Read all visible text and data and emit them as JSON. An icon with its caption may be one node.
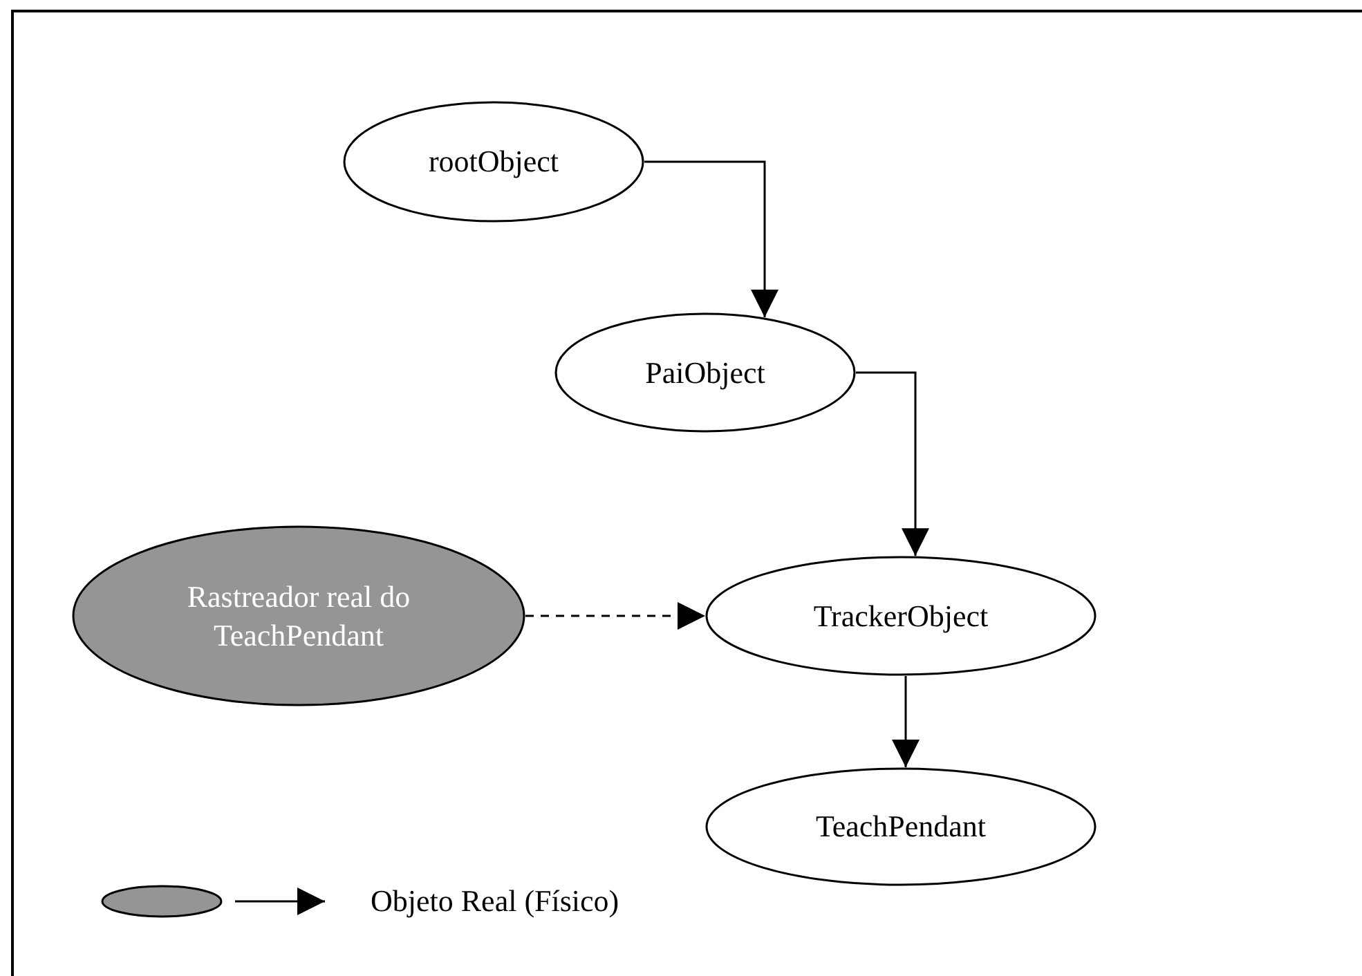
{
  "diagram": {
    "nodes": [
      {
        "text": [
          "rootObject"
        ]
      },
      {
        "text": [
          "PaiObject"
        ]
      },
      {
        "text": [
          "Rastreador real do TeachPendant"
        ]
      },
      {
        "text": [
          "TrackerObject"
        ]
      },
      {
        "text": [
          "TeachPendant"
        ]
      }
    ],
    "edges": [
      {
        "from": 0,
        "to": 1,
        "arrow": "to"
      },
      {
        "from": 1,
        "to": 3,
        "arrow": "to"
      },
      {
        "from": 2,
        "to": 3,
        "arrow": "to",
        "style": "dashed"
      },
      {
        "from": 3,
        "to": 4,
        "arrow": "to"
      }
    ],
    "legend": [
      {
        "text": "Objeto Real (Físico)"
      }
    ]
  }
}
